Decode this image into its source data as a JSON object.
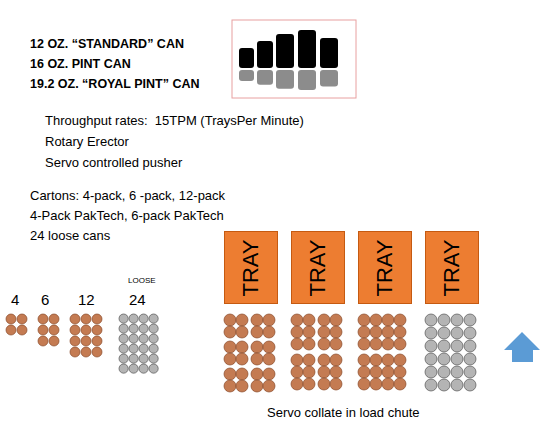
{
  "diagram": {
    "nodes": [
      {
        "text": [
          "TRAY"
        ]
      },
      {
        "text": [
          "TRAY"
        ]
      },
      {
        "text": [
          "TRAY"
        ]
      },
      {
        "text": [
          "TRAY"
        ]
      }
    ],
    "labels": [
      "12 OZ. “STANDARD” CAN",
      "16 OZ. PINT CAN",
      "19.2 OZ. “ROYAL PINT” CAN",
      "Throughput rates:  15TPM (TraysPer Minute)",
      "Rotary Erector",
      "Servo controlled pusher",
      "Cartons: 4-pack, 6 -pack, 12-pack",
      "4-Pack PakTech, 6-pack PakTech",
      "24 loose cans",
      "4",
      "6",
      "12",
      "LOOSE",
      "24",
      "Servo collate in load chute"
    ]
  }
}
